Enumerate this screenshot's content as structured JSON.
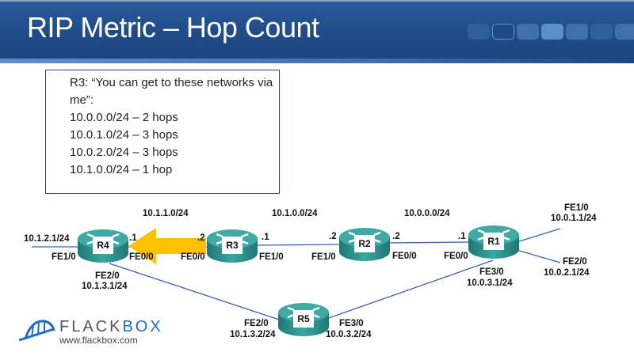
{
  "slide": {
    "title": "RIP Metric – Hop Count"
  },
  "textbox": {
    "lines": [
      "R3: “You can get to these networks via me”:",
      "10.0.0.0/24 – 2 hops",
      "10.0.1.0/24 – 3 hops",
      "10.0.2.0/24 – 3 hops",
      "10.1.0.0/24 – 1 hop"
    ]
  },
  "routers": {
    "r1": "R1",
    "r2": "R2",
    "r3": "R3",
    "r4": "R4",
    "r5": "R5"
  },
  "labels": {
    "net_r4_r3": "10.1.1.0/24",
    "net_r3_r2": "10.1.0.0/24",
    "net_r2_r1": "10.0.0.0/24",
    "r4_fe1_ip": "10.1.2.1/24",
    "r4_fe1": "FE1/0",
    "r4_fe0": "FE0/0",
    "r4_fe0_host": ".1",
    "r4_fe2": "FE2/0",
    "r4_fe2_ip": "10.1.3.1/24",
    "r3_fe0_host": ".2",
    "r3_fe0": "FE0/0",
    "r3_fe1_host": ".1",
    "r3_fe1": "FE1/0",
    "r2_fe1_host": ".2",
    "r2_fe1": "FE1/0",
    "r2_fe0_host": ".2",
    "r2_fe0": "FE0/0",
    "r1_fe0_host": ".1",
    "r1_fe0": "FE0/0",
    "r1_fe1": "FE1/0",
    "r1_fe1_ip": "10.0.1.1/24",
    "r1_fe2": "FE2/0",
    "r1_fe2_ip": "10.0.2.1/24",
    "r1_fe3": "FE3/0",
    "r1_fe3_ip": "10.0.3.1/24",
    "r5_fe2": "FE2/0",
    "r5_fe2_ip": "10.1.3.2/24",
    "r5_fe3": "FE3/0",
    "r5_fe3_ip": "10.0.3.2/24"
  },
  "logo": {
    "name_a": "FLACK",
    "name_b": "BOX",
    "url": "www.flackbox.com"
  },
  "colors": {
    "header": "#1e4a86",
    "router": "#2f9a96",
    "link": "#3a62b0",
    "arrow": "#ffc000"
  }
}
